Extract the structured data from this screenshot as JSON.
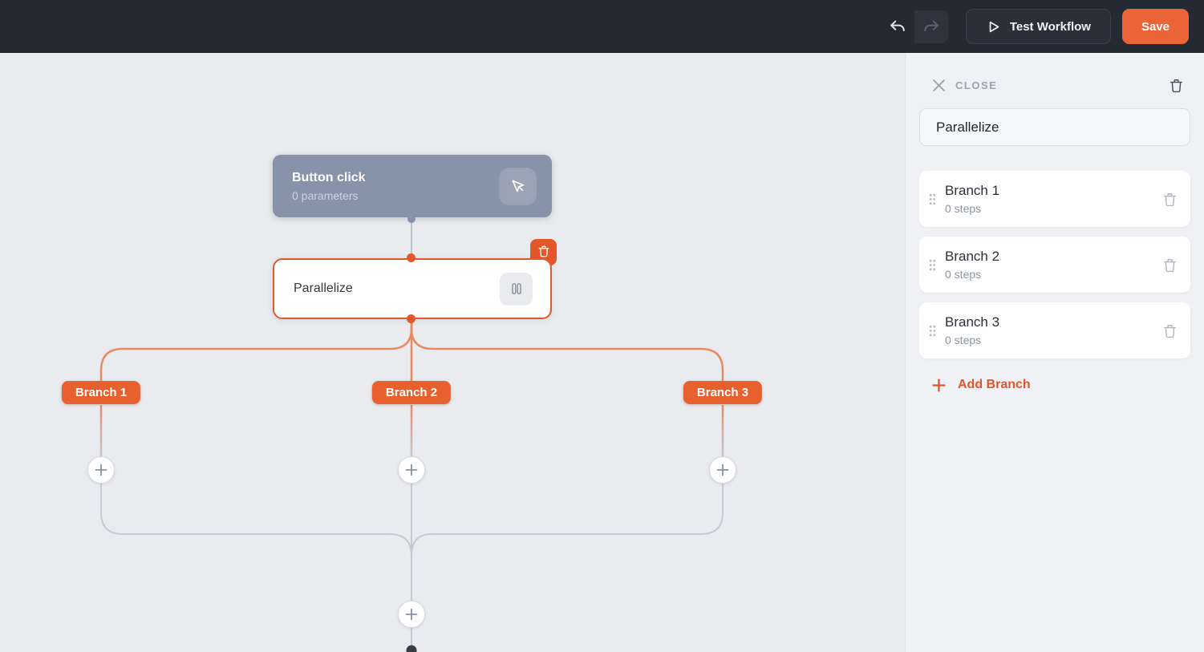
{
  "top_bar": {
    "test_workflow_label": "Test Workflow",
    "save_label": "Save"
  },
  "canvas": {
    "trigger_node": {
      "title": "Button click",
      "subtitle": "0 parameters"
    },
    "parallelize_node": {
      "title": "Parallelize"
    },
    "branches": [
      "Branch 1",
      "Branch 2",
      "Branch 3"
    ]
  },
  "panel": {
    "close_label": "CLOSE",
    "node_name_value": "Parallelize",
    "branches": [
      {
        "name": "Branch 1",
        "steps": "0 steps"
      },
      {
        "name": "Branch 2",
        "steps": "0 steps"
      },
      {
        "name": "Branch 3",
        "steps": "0 steps"
      }
    ],
    "add_branch_label": "Add Branch"
  },
  "colors": {
    "accent_orange": "#e8602e",
    "selected_border": "#e4572b",
    "top_bar_bg": "#242a33",
    "canvas_bg": "#e9ebef",
    "panel_bg": "#eff1f4",
    "connector_gray": "#c3cad5",
    "connector_orange": "#e68a64",
    "trigger_node_bg": "#8793a9"
  }
}
